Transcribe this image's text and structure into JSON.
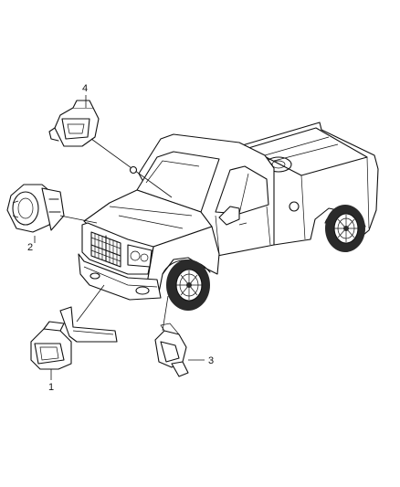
{
  "diagram": {
    "callouts": [
      {
        "id": "1",
        "label": "1"
      },
      {
        "id": "2",
        "label": "2"
      },
      {
        "id": "3",
        "label": "3"
      },
      {
        "id": "4",
        "label": "4"
      }
    ],
    "colors": {
      "ink": "#111111",
      "background": "#ffffff",
      "tire": "#2a2a2a"
    }
  }
}
